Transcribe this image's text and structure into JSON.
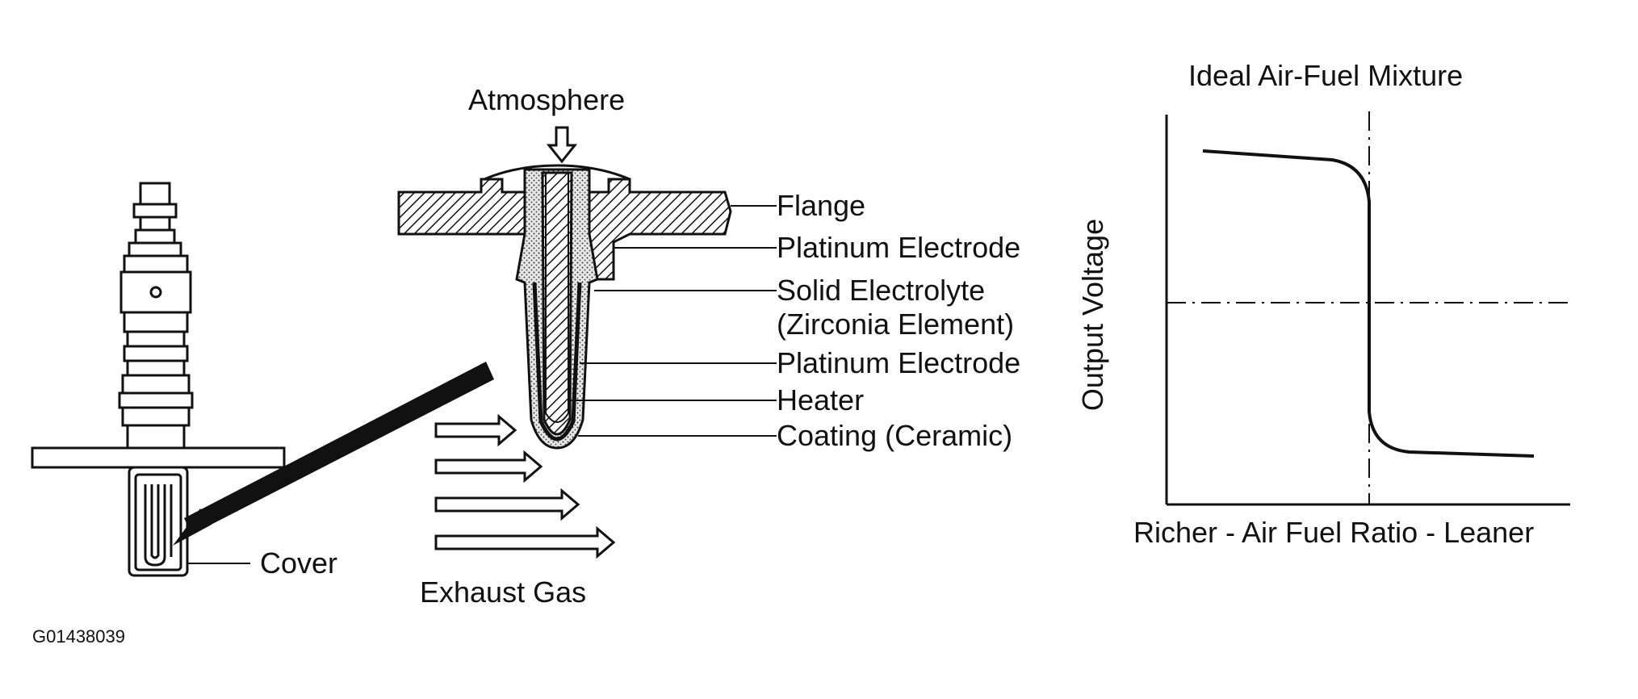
{
  "sensor_view": {
    "cover_label": "Cover"
  },
  "cross_section": {
    "atmosphere_label": "Atmosphere",
    "exhaust_label": "Exhaust Gas",
    "parts": [
      "Flange",
      "Platinum Electrode",
      "Solid Electrolyte",
      "(Zirconia Element)",
      "Platinum Electrode",
      "Heater",
      "Coating (Ceramic)"
    ]
  },
  "graph": {
    "title": "Ideal Air-Fuel Mixture",
    "ylabel": "Output Voltage",
    "xlabel": "Richer - Air Fuel Ratio - Leaner"
  },
  "figure_id": "G01438039"
}
